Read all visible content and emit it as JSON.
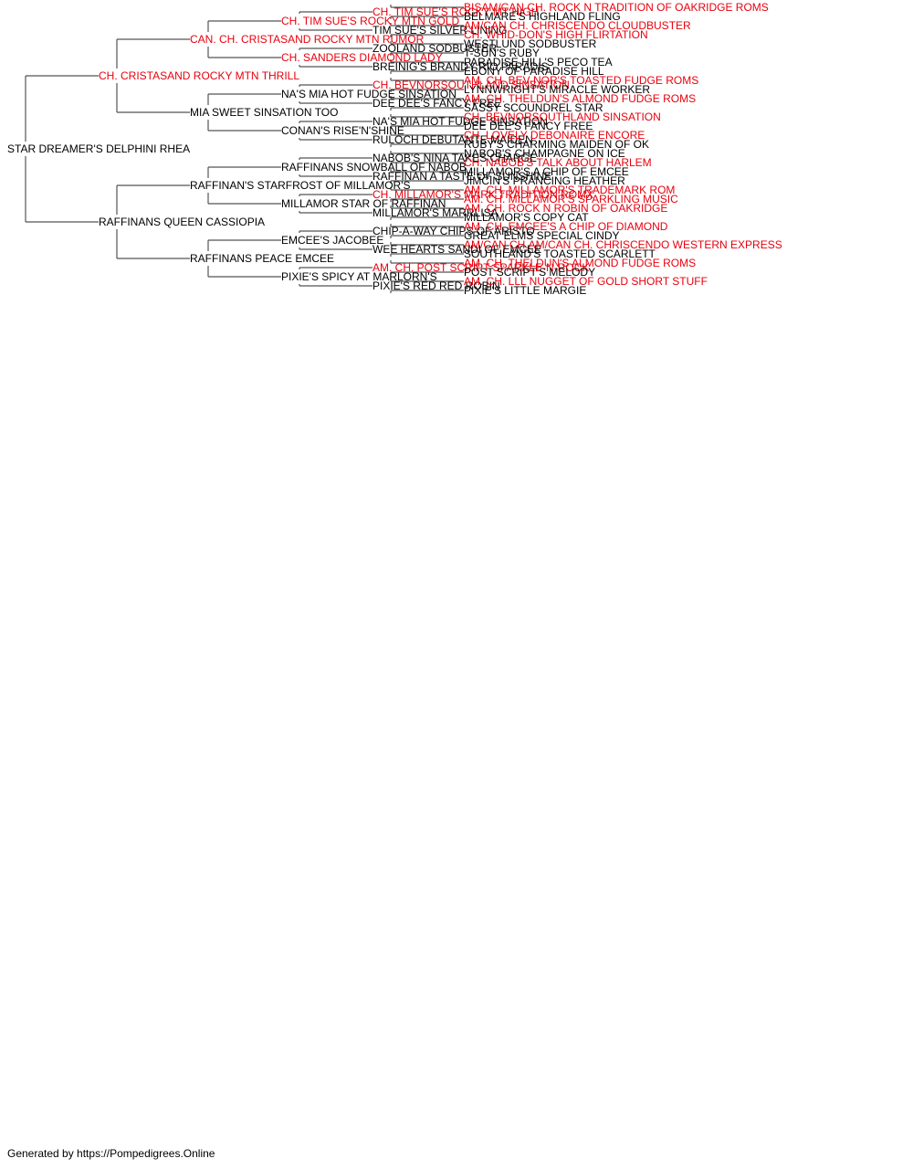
{
  "colors": {
    "line": "#555555",
    "text": "#000000",
    "champion": "#e8000d"
  },
  "tree": {
    "name": "STAR DREAMER'S DELPHINI RHEA",
    "champion": false,
    "parents": [
      {
        "name": "CH. CRISTASAND ROCKY MTN THRILL",
        "champion": true,
        "parents": [
          {
            "name": "CAN. CH. CRISTASAND ROCKY MTN RUMOR",
            "champion": true,
            "parents": [
              {
                "name": "CH. TIM SUE'S ROCKY MTN GOLD",
                "champion": true,
                "parents": [
                  {
                    "name": "CH. TIM SUE'S ROCKY MT HIGH",
                    "champion": true,
                    "parents": [
                      {
                        "name": "BISAM/CAN CH. ROCK N TRADITION OF OAKRIDGE ROMS",
                        "champion": true
                      },
                      {
                        "name": "BELMARE'S HIGHLAND FLING",
                        "champion": false
                      }
                    ]
                  },
                  {
                    "name": "TIM SUE'S SILVER LINING",
                    "champion": false,
                    "parents": [
                      {
                        "name": "AM/CAN CH. CHRISCENDO CLOUDBUSTER",
                        "champion": true
                      },
                      {
                        "name": "CH. WHID-DON'S HIGH FLIRTATION",
                        "champion": true
                      }
                    ]
                  }
                ]
              },
              {
                "name": "CH. SANDERS DIAMOND LADY",
                "champion": true,
                "parents": [
                  {
                    "name": "ZOOLAND SODBUSTER",
                    "champion": false,
                    "parents": [
                      {
                        "name": "WESTLUND SODBUSTER",
                        "champion": false
                      },
                      {
                        "name": "T-SUN'S RUBY",
                        "champion": false
                      }
                    ]
                  },
                  {
                    "name": "BREINIG'S BRANDY RIO PARADIS",
                    "champion": false,
                    "parents": [
                      {
                        "name": "PARADISE HILL'S PECO TEA",
                        "champion": false
                      },
                      {
                        "name": "EBONY OF PARADISE HILL",
                        "champion": false
                      }
                    ]
                  }
                ]
              }
            ]
          },
          {
            "name": "MIA SWEET SINSATION TOO",
            "champion": false,
            "parents": [
              {
                "name": "NA'S MIA HOT FUDGE SINSATION",
                "champion": false,
                "parents": [
                  {
                    "name": "CH. BEVNORSOUTHLAND SINSATION",
                    "champion": true,
                    "parents": [
                      {
                        "name": "AM. CH. BEV-NOR'S TOASTED FUDGE ROMS",
                        "champion": true
                      },
                      {
                        "name": "LYNNWRIGHT'S MIRACLE WORKER",
                        "champion": false
                      }
                    ]
                  },
                  {
                    "name": "DEE DEE'S FANCY FREE",
                    "champion": false,
                    "parents": [
                      {
                        "name": "AM. CH. THELDUN'S ALMOND FUDGE ROMS",
                        "champion": true
                      },
                      {
                        "name": "SASSY SCOUNDREL STAR",
                        "champion": false
                      }
                    ]
                  }
                ]
              },
              {
                "name": "CONAN'S RISE'N'SHINE",
                "champion": false,
                "parents": [
                  {
                    "name": "NA'S MIA HOT FUDGE SINSATION",
                    "champion": false,
                    "parents": [
                      {
                        "name": "CH. BEVNORSOUTHLAND SINSATION",
                        "champion": true
                      },
                      {
                        "name": "DEE DEE'S FANCY FREE",
                        "champion": false
                      }
                    ]
                  },
                  {
                    "name": "RULOCH DEBUTANTE MAIDEN",
                    "champion": false,
                    "parents": [
                      {
                        "name": "CH. LOVELY DEBONAIRE ENCORE",
                        "champion": true
                      },
                      {
                        "name": "RUBY'S CHARMING MAIDEN OF OK",
                        "champion": false
                      }
                    ]
                  }
                ]
              }
            ]
          }
        ]
      },
      {
        "name": "RAFFINANS QUEEN CASSIOPIA",
        "champion": false,
        "parents": [
          {
            "name": "RAFFINAN'S STARFROST OF MILLAMOR'S",
            "champion": false,
            "parents": [
              {
                "name": "RAFFINANS SNOWBALL OF NABOB",
                "champion": false,
                "parents": [
                  {
                    "name": "NABOB'S NINA TAKES CHARGE",
                    "champion": false,
                    "parents": [
                      {
                        "name": "NABOB'S CHAMPAGNE ON ICE",
                        "champion": false
                      },
                      {
                        "name": "CH. NABOB'S TALK ABOUT HARLEM",
                        "champion": true
                      }
                    ]
                  },
                  {
                    "name": "RAFFINAN A TASTE OF SUNSHINE",
                    "champion": false,
                    "parents": [
                      {
                        "name": "MILLAMOR'S A CHIP OF EMCEE",
                        "champion": false
                      },
                      {
                        "name": "JIMCIN'S PRANCING HEATHER",
                        "champion": false
                      }
                    ]
                  }
                ]
              },
              {
                "name": "MILLAMOR STAR OF RAFFINAN",
                "champion": false,
                "parents": [
                  {
                    "name": "CH. MILLAMOR'S MARK TRADITION ROMX",
                    "champion": true,
                    "parents": [
                      {
                        "name": "AM. CH. MILLAMOR'S TRADEMARK ROM",
                        "champion": true
                      },
                      {
                        "name": "AM. CH. MILLAMOR'S SPARKLING MUSIC",
                        "champion": true
                      }
                    ]
                  },
                  {
                    "name": "MILLAMOR'S MARRLISA",
                    "champion": false,
                    "parents": [
                      {
                        "name": "AM. CH. ROCK N ROBIN OF OAKRIDGE",
                        "champion": true
                      },
                      {
                        "name": "MILLAMOR'S COPY CAT",
                        "champion": false
                      }
                    ]
                  }
                ]
              }
            ]
          },
          {
            "name": "RAFFINANS PEACE EMCEE",
            "champion": false,
            "parents": [
              {
                "name": "EMCEE'S JACOBEE",
                "champion": false,
                "parents": [
                  {
                    "name": "CHIP-A-WAY CHIPS OF ARISTO",
                    "champion": false,
                    "parents": [
                      {
                        "name": "AM. CH. EMCEE'S A CHIP OF DIAMOND",
                        "champion": true
                      },
                      {
                        "name": "GREAT ELMS SPECIAL CINDY",
                        "champion": false
                      }
                    ]
                  },
                  {
                    "name": "WEE HEARTS SANDI OF EMCEE",
                    "champion": false,
                    "parents": [
                      {
                        "name": "AM/CAN CH.AM/CAN CH. CHRISCENDO WESTERN EXPRESS",
                        "champion": true
                      },
                      {
                        "name": "SOUTHLAND'S TOASTED SCARLETT",
                        "champion": false
                      }
                    ]
                  }
                ]
              },
              {
                "name": "PIXIE'S SPICY AT MARLORN'S",
                "champion": false,
                "parents": [
                  {
                    "name": "AM. CH. POST SCRIPT SPARKLE-N-ROCK",
                    "champion": true,
                    "parents": [
                      {
                        "name": "AM. CH. THELDUN'S ALMOND FUDGE ROMS",
                        "champion": true
                      },
                      {
                        "name": "POST SCRIPT'S MELODY",
                        "champion": false
                      }
                    ]
                  },
                  {
                    "name": "PIXIE'S RED RED ROBIN",
                    "champion": false,
                    "parents": [
                      {
                        "name": "AM. CH. LLL NUGGET OF GOLD SHORT STUFF",
                        "champion": true
                      },
                      {
                        "name": "PIXIE'S LITTLE MARGIE",
                        "champion": false
                      }
                    ]
                  }
                ]
              }
            ]
          }
        ]
      }
    ]
  },
  "footer": {
    "text": "Generated by https://Pompedigrees.Online"
  }
}
